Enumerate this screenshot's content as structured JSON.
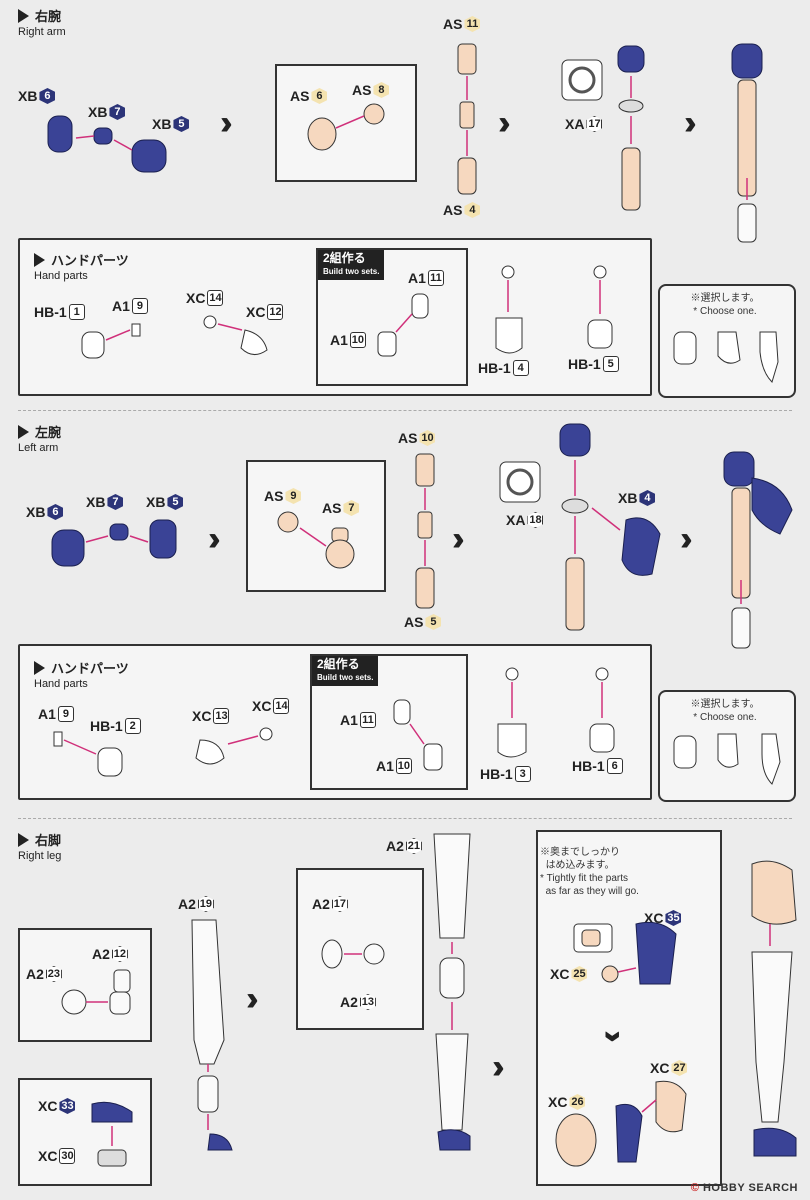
{
  "sections": {
    "right_arm": {
      "jp": "右腕",
      "en": "Right arm"
    },
    "left_arm": {
      "jp": "左腕",
      "en": "Left arm"
    },
    "right_leg": {
      "jp": "右脚",
      "en": "Right leg"
    }
  },
  "hand": {
    "jp": "ハンドパーツ",
    "en": "Hand parts"
  },
  "build_two": {
    "jp": "2組作る",
    "en": "Build two sets."
  },
  "choose": {
    "jp": "※選択します。",
    "en": "* Choose one."
  },
  "tight": {
    "jp1": "※奥までしっかり",
    "jp2": "はめ込みます。",
    "en1": "* Tightly fit the parts",
    "en2": "as far as they will go."
  },
  "labels": {
    "XB": "XB",
    "XA": "XA",
    "XC": "XC",
    "AS": "AS",
    "A1": "A1",
    "A2": "A2",
    "HB1": "HB-1",
    "n1": "1",
    "n2": "2",
    "n3": "3",
    "n4": "4",
    "n5": "5",
    "n6": "6",
    "n7": "7",
    "n8": "8",
    "n9": "9",
    "n10": "10",
    "n11": "11",
    "n12": "12",
    "n13": "13",
    "n14": "14",
    "n17": "17",
    "n18": "18",
    "n19": "19",
    "n21": "21",
    "n23": "23",
    "n25": "25",
    "n26": "26",
    "n27": "27",
    "n30": "30",
    "n33": "33",
    "n35": "35"
  },
  "footer": {
    "brand": "HOBBY SEARCH",
    "mark": "©"
  },
  "colors": {
    "navy": "#2c3478",
    "skin": "#f6d8bf",
    "cream": "#f4e3b0",
    "pink": "#d0307a",
    "panel": "#f5f5f5"
  }
}
